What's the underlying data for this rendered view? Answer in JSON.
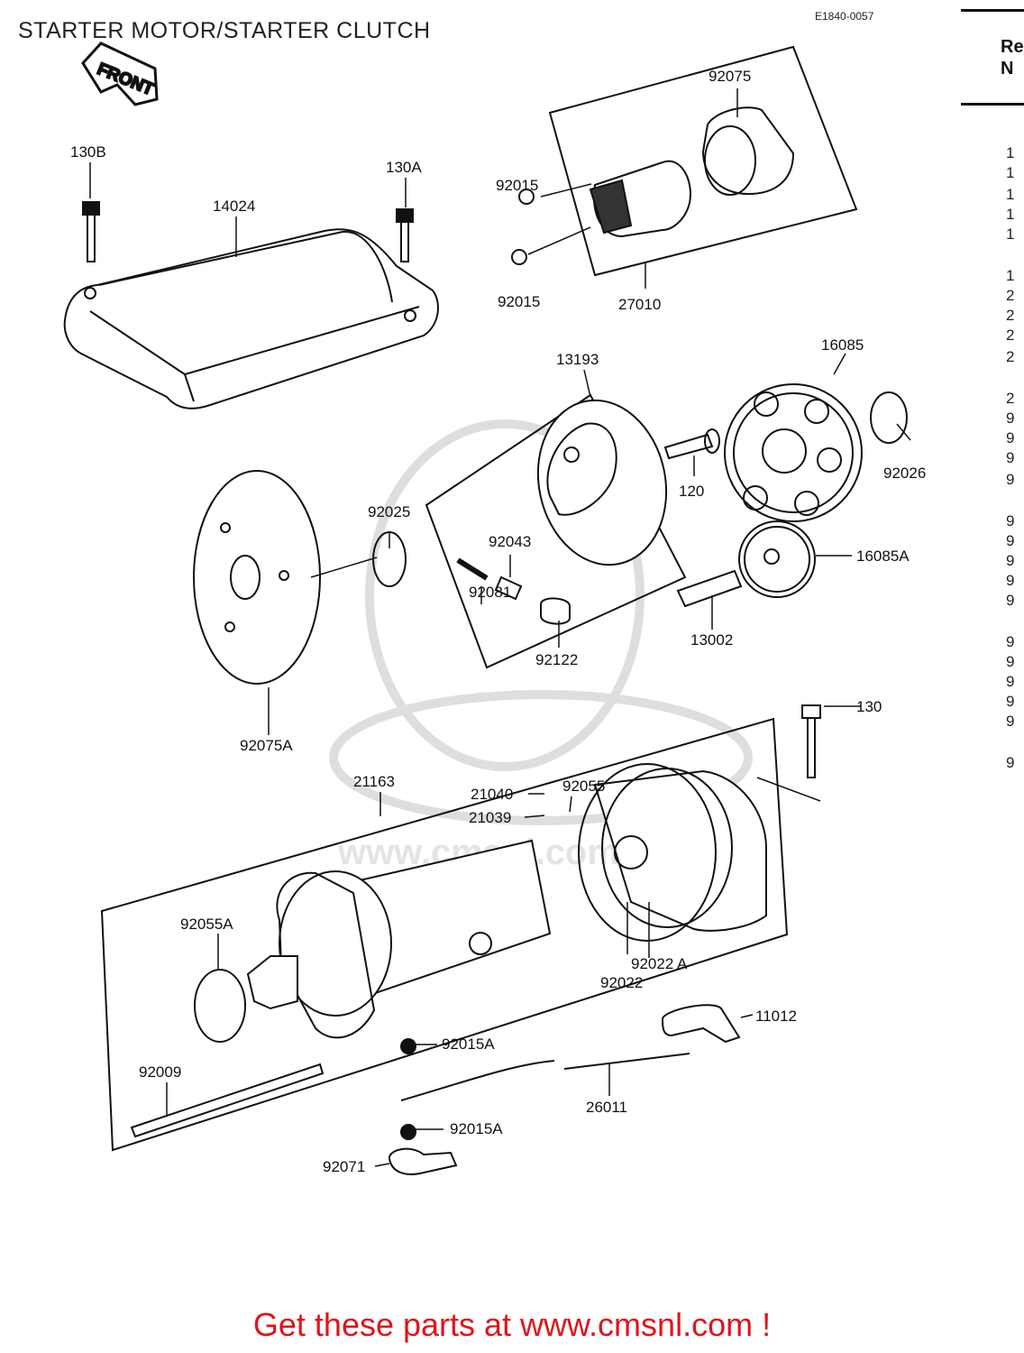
{
  "page": {
    "title": "STARTER MOTOR/STARTER CLUTCH",
    "diagram_code": "E1840-0057",
    "front_label": "FRONT",
    "watermark": "www.cmsnl.com",
    "footer": "Get these parts at www.cmsnl.com !"
  },
  "ref_column": {
    "header": [
      "Re",
      "N"
    ],
    "rows": [
      "1",
      "1",
      "1",
      "1",
      "1",
      "1",
      "2",
      "2",
      "2",
      "2",
      "2",
      "9",
      "9",
      "9",
      "9",
      "9",
      "9",
      "9",
      "9",
      "9",
      "9",
      "9",
      "9",
      "9",
      "9",
      "9"
    ]
  },
  "parts": {
    "p130B": "130B",
    "p130A": "130A",
    "p14024": "14024",
    "p92075": "92075",
    "p92015a": "92015",
    "p92015b": "92015",
    "p27010": "27010",
    "p13193": "13193",
    "p16085": "16085",
    "p120": "120",
    "p92026": "92026",
    "p92025": "92025",
    "p92043": "92043",
    "p92081": "92081",
    "p92122": "92122",
    "p16085A": "16085A",
    "p13002": "13002",
    "p92075A": "92075A",
    "p21163": "21163",
    "p92055": "92055",
    "p21040": "21040",
    "p21039": "21039",
    "p130": "130",
    "p92055A": "92055A",
    "p92022A": "92022 A",
    "p92022": "92022",
    "p11012": "11012",
    "p92015A1": "92015A",
    "p92009": "92009",
    "p26011": "26011",
    "p92015A2": "92015A",
    "p92071": "92071"
  }
}
